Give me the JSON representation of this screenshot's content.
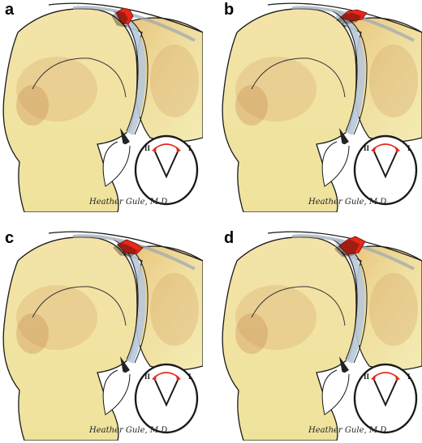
{
  "panels": [
    {
      "label": "a",
      "signature": "Heather Gule, M.D.",
      "left_roman": "II",
      "right_roman": "I",
      "tear": "a"
    },
    {
      "label": "b",
      "signature": "Heather Gule, M.D.",
      "left_roman": "II",
      "right_roman": "I",
      "tear": "b"
    },
    {
      "label": "c",
      "signature": "Heather Gule, M.D.",
      "left_roman": "II",
      "right_roman": "I",
      "tear": "c"
    },
    {
      "label": "d",
      "signature": "Heather Gule, M.D.",
      "left_roman": "II",
      "right_roman": "I",
      "tear": "d"
    }
  ],
  "colors": {
    "bone": "#f0dfa0",
    "bone_shade": "#d9a970",
    "cartilage": "#b8c8d8",
    "tear": "#e8281a",
    "outline": "#1a1a1a"
  }
}
